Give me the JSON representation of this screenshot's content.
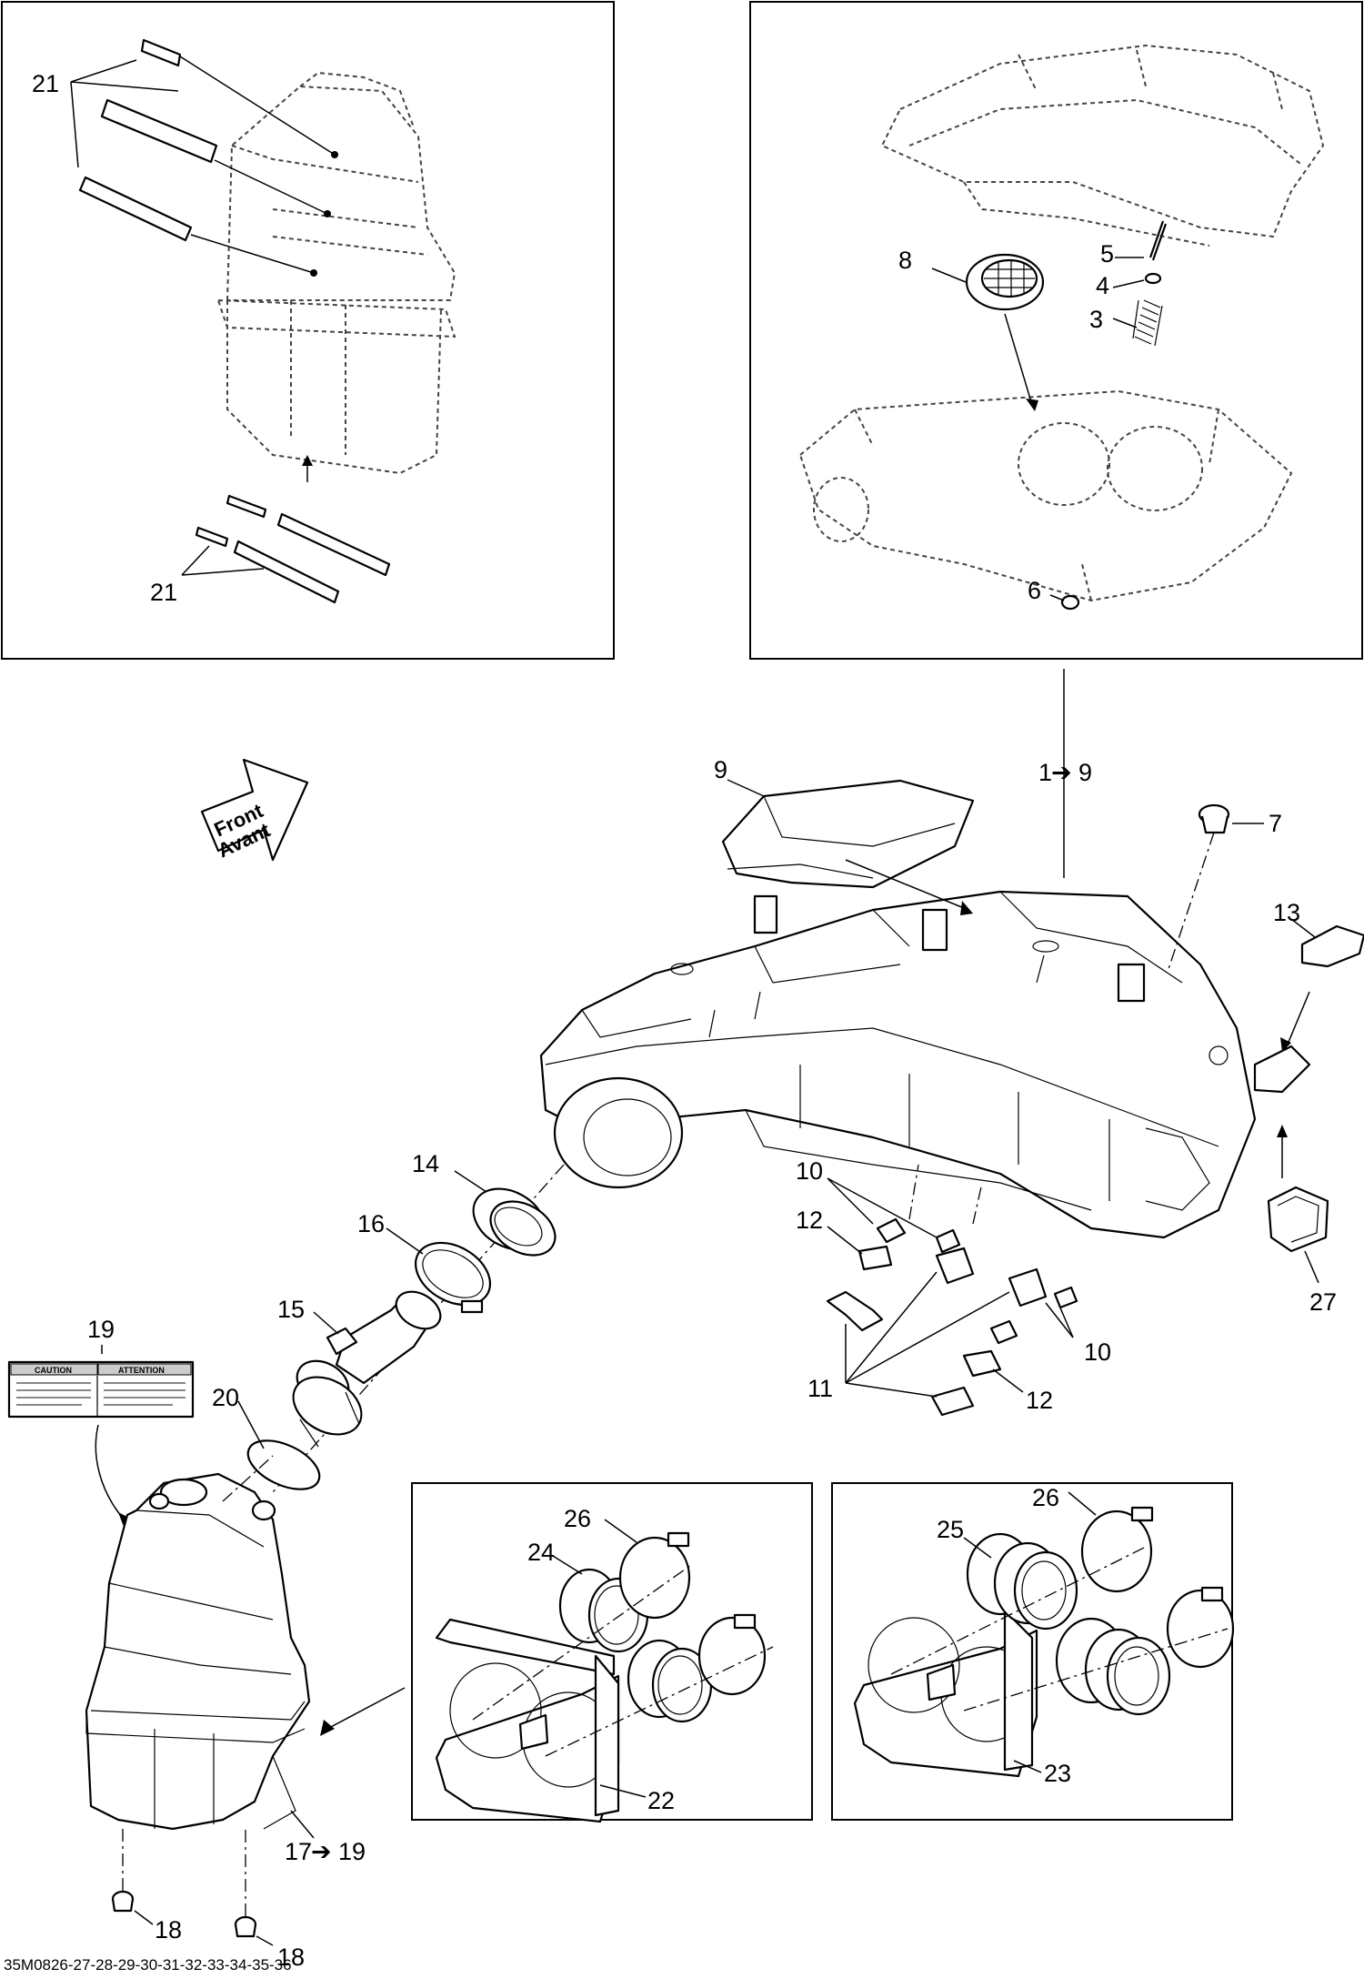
{
  "callouts": {
    "c1": "1",
    "c3": "3",
    "c4": "4",
    "c5": "5",
    "c6": "6",
    "c7": "7",
    "c8": "8",
    "c9": "9",
    "c10": "10",
    "c11": "11",
    "c12": "12",
    "c13": "13",
    "c14": "14",
    "c15": "15",
    "c16": "16",
    "c17": "17",
    "c18": "18",
    "c19": "19",
    "c20": "20",
    "c21": "21",
    "c22": "22",
    "c23": "23",
    "c24": "24",
    "c25": "25",
    "c26": "26",
    "c27": "27"
  },
  "arrow_glyph": "➔",
  "front_label": {
    "line1": "Front",
    "line2": "Avant"
  },
  "decal": {
    "left_title": "CAUTION",
    "right_title": "ATTENTION"
  },
  "document_code": "35M0826-27-28-29-30-31-32-33-34-35-36"
}
